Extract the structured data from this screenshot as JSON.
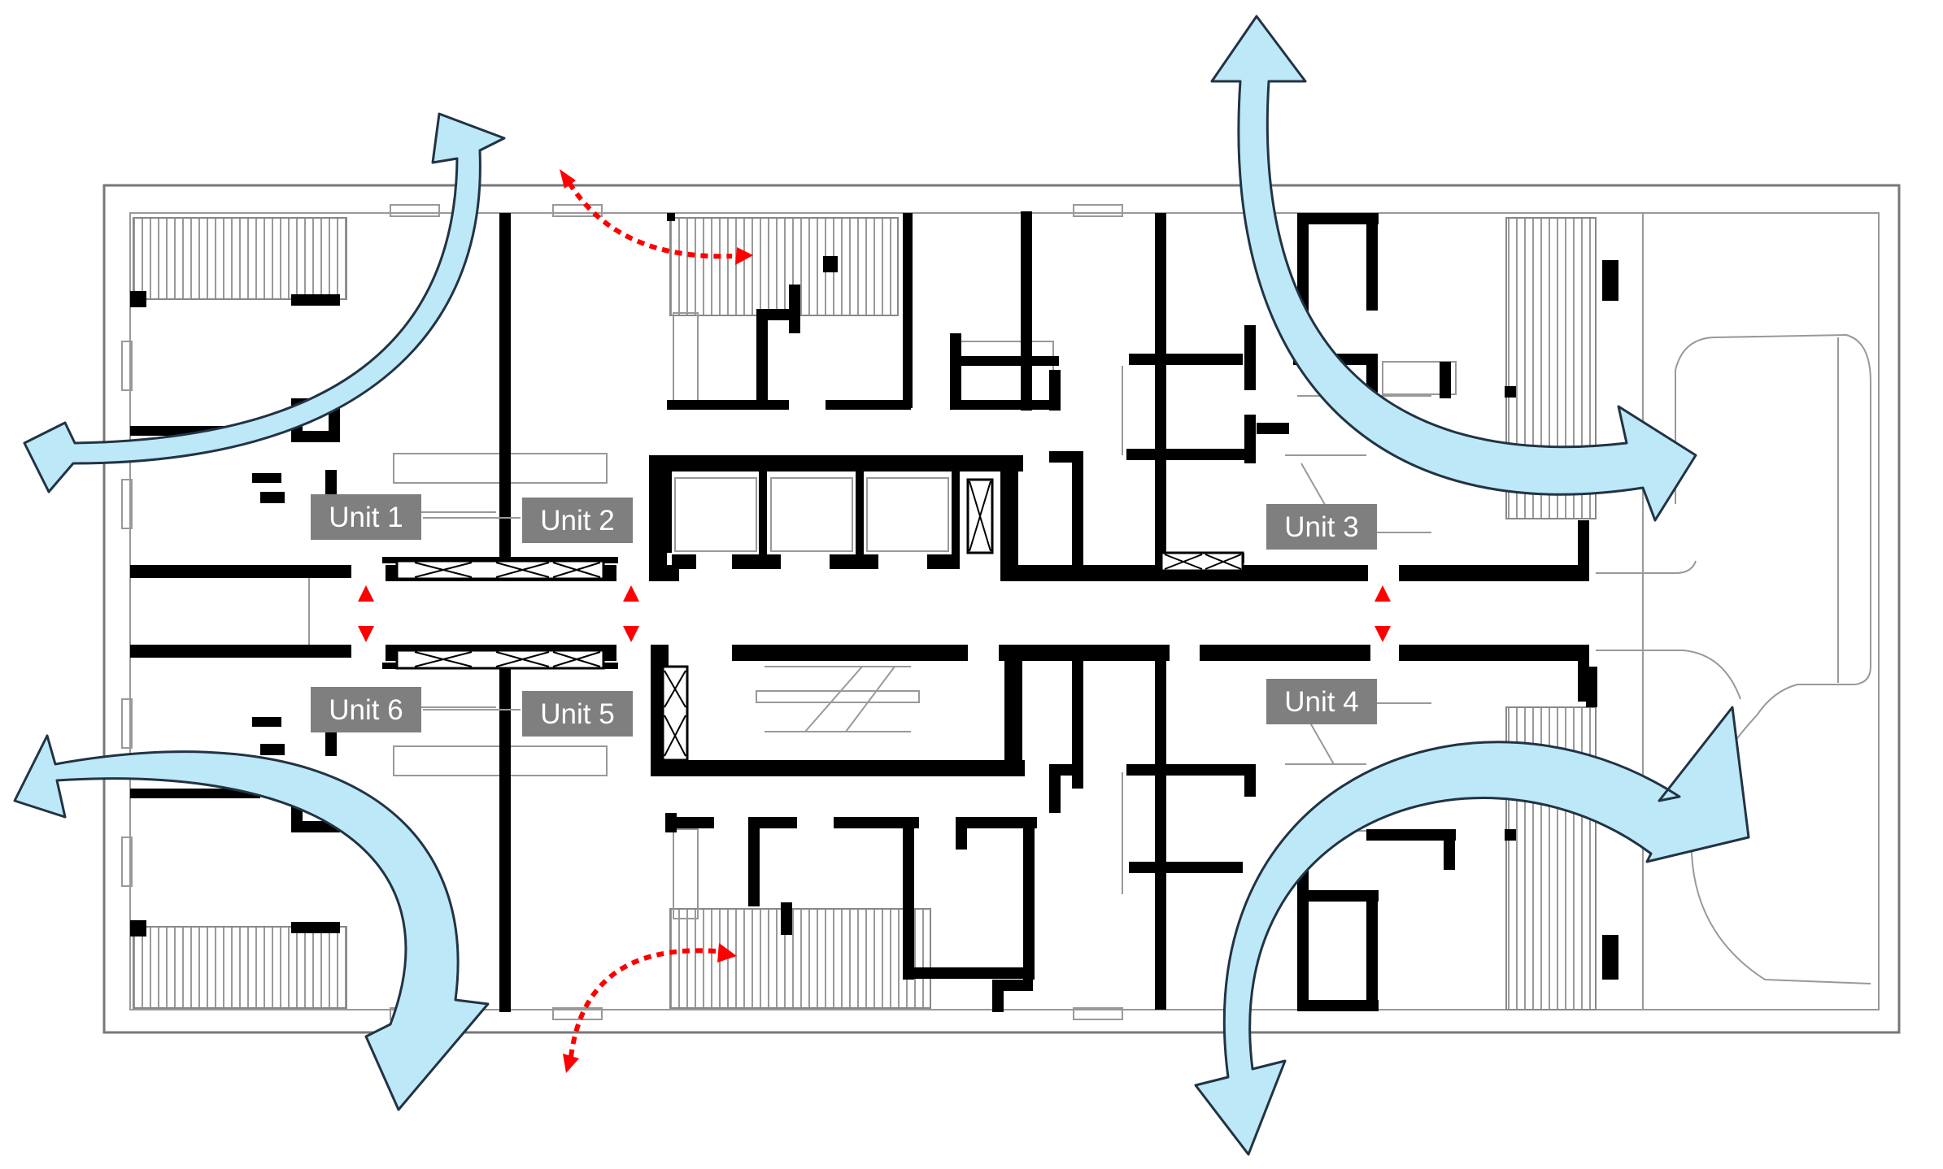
{
  "units": [
    {
      "id": "unit-1",
      "label": "Unit 1"
    },
    {
      "id": "unit-2",
      "label": "Unit 2"
    },
    {
      "id": "unit-3",
      "label": "Unit 3"
    },
    {
      "id": "unit-4",
      "label": "Unit 4"
    },
    {
      "id": "unit-5",
      "label": "Unit 5"
    },
    {
      "id": "unit-6",
      "label": "Unit 6"
    }
  ],
  "legend_colors": {
    "airflow_arrow": "#bde8f7",
    "cross_ventilation": "#ff0000",
    "unit_label_background": "#7f7f7f",
    "walls": "#000000"
  }
}
